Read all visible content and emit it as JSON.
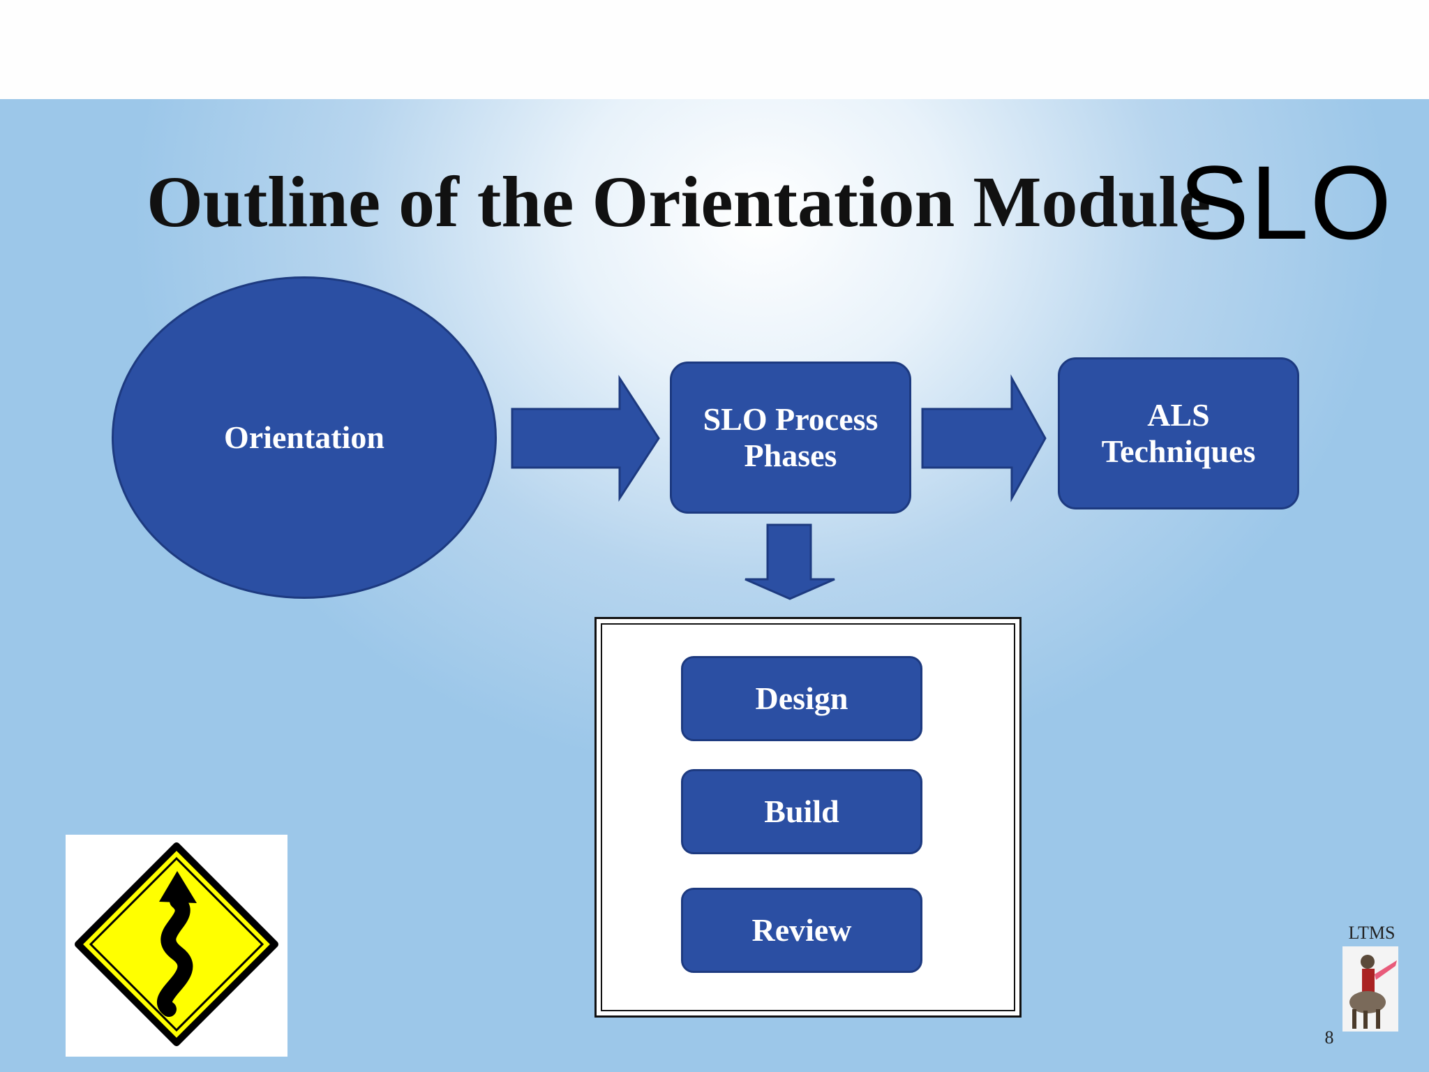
{
  "slide": {
    "title": "Outline of the Orientation Module",
    "overlay_text": "SLO",
    "page_number": "8",
    "logo_label": "LTMS"
  },
  "diagram": {
    "nodes": {
      "orientation": "Orientation",
      "slo_process_phases_line1": "SLO Process",
      "slo_process_phases_line2": "Phases",
      "als_techniques_line1": "ALS",
      "als_techniques_line2": "Techniques",
      "design": "Design",
      "build": "Build",
      "review": "Review"
    }
  },
  "colors": {
    "node_fill": "#2b4fa3",
    "node_text": "#ffffff",
    "sign_yellow": "#ffff00"
  },
  "icons": {
    "road_sign": "winding-road-sign-icon",
    "logo": "knight-logo-icon"
  }
}
